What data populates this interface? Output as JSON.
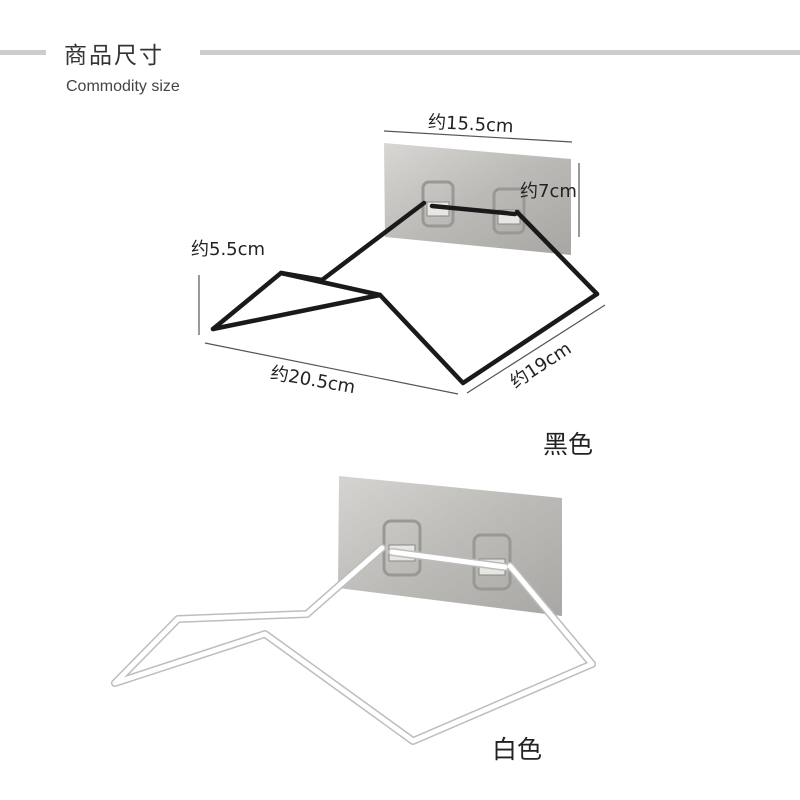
{
  "header": {
    "title": "商品尺寸",
    "subtitle": "Commodity size"
  },
  "dimensions": {
    "width_top": "约15.5cm",
    "plate_height": "约7cm",
    "rack_height": "约5.5cm",
    "front_width": "约20.5cm",
    "depth": "约19cm"
  },
  "variants": {
    "black_label": "黑色",
    "white_label": "白色"
  },
  "colors": {
    "rule": "#cccccc",
    "black_wire": "#1a1a1a",
    "white_wire": "#ffffff",
    "plate": "#c4c2be"
  }
}
